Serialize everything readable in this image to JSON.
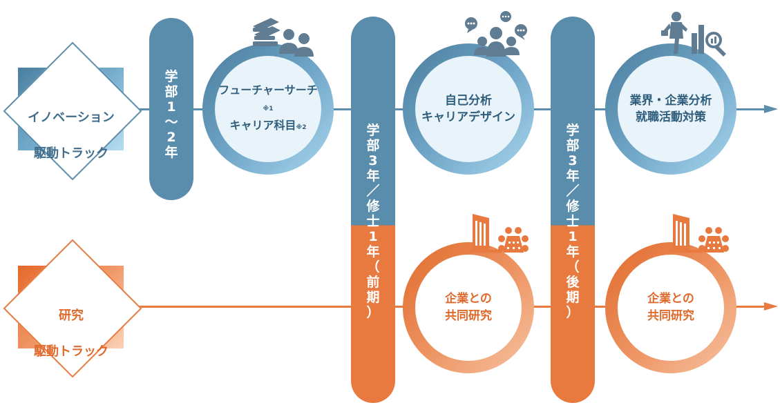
{
  "tracks": {
    "innovation": {
      "label_line1": "イノベーション",
      "label_line2": "駆動トラック"
    },
    "research": {
      "label_line1": "研究",
      "label_line2": "駆動トラック"
    }
  },
  "pills": {
    "p1": [
      "学",
      "部",
      "1",
      "〜",
      "2",
      "年"
    ],
    "p2": [
      "学",
      "部",
      "3",
      "年",
      "／",
      "修",
      "士",
      "1",
      "年",
      "（",
      "前",
      "期",
      "）"
    ],
    "p3": [
      "学",
      "部",
      "3",
      "年",
      "／",
      "修",
      "士",
      "1",
      "年",
      "（",
      "後",
      "期",
      "）"
    ]
  },
  "circles": {
    "future_search": {
      "line1": "フューチャーサーチ",
      "mark1": "※1",
      "line2": "キャリア科目",
      "mark2": "※2",
      "icon": "books-people-icon"
    },
    "self_analysis": {
      "line1": "自己分析",
      "line2": "キャリアデザイン",
      "icon": "discussion-group-icon"
    },
    "industry_analysis": {
      "line1": "業界・企業分析",
      "line2": "就職活動対策",
      "icon": "businessman-analysis-icon"
    },
    "joint_research_1": {
      "line1": "企業との",
      "line2": "共同研究",
      "icon": "company-meeting-icon"
    },
    "joint_research_2": {
      "line1": "企業との",
      "line2": "共同研究",
      "icon": "company-meeting-icon"
    }
  },
  "colors": {
    "blue": "#5a8cab",
    "orange": "#e87a3f"
  }
}
